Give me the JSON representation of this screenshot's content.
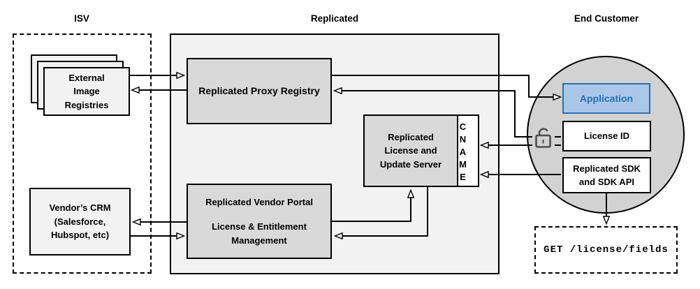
{
  "titles": {
    "isv": "ISV",
    "replicated": "Replicated",
    "end_customer": "End Customer"
  },
  "nodes": {
    "external_registries": "External\nImage\nRegistries",
    "proxy_registry": "Replicated Proxy Registry",
    "license_server": "Replicated\nLicense and\nUpdate Server",
    "cname": "CNAME",
    "vendor_portal_title": "Replicated Vendor Portal",
    "vendor_portal_subtitle": "License & Entitlement\nManagement",
    "vendor_crm": "Vendor’s CRM\n(Salesforce,\nHubspot, etc)",
    "application": "Application",
    "license_id": "License ID",
    "replicated_sdk": "Replicated SDK\nand SDK API",
    "get_endpoint": "GET /license/fields"
  },
  "icons": {
    "padlock": "open-padlock-icon"
  },
  "colors": {
    "container_fill": "#f2f2f2",
    "node_fill": "#d9d9d9",
    "circle_fill": "#d2d2d2",
    "light_node_fill": "#f2f2f2",
    "application_fill": "#a9c8e9",
    "application_accent": "#2a6fb2",
    "line": "#000000",
    "lock": "#4d4d4d"
  },
  "connections": [
    {
      "from": "external-image-registries",
      "to": "proxy-registry"
    },
    {
      "from": "proxy-registry",
      "to": "external-image-registries"
    },
    {
      "from": "proxy-registry",
      "to": "application"
    },
    {
      "from": "license-id",
      "to": "proxy-registry",
      "via": "open-padlock"
    },
    {
      "from": "license-id",
      "to": "cname",
      "via": "open-padlock"
    },
    {
      "from": "replicated-sdk",
      "to": "cname"
    },
    {
      "from": "vendor-portal",
      "to": "license-update-server"
    },
    {
      "from": "license-update-server",
      "to": "vendor-portal"
    },
    {
      "from": "vendor-crm",
      "to": "vendor-portal"
    },
    {
      "from": "vendor-portal",
      "to": "vendor-crm"
    },
    {
      "from": "replicated-sdk",
      "to": "get-license-fields"
    }
  ]
}
